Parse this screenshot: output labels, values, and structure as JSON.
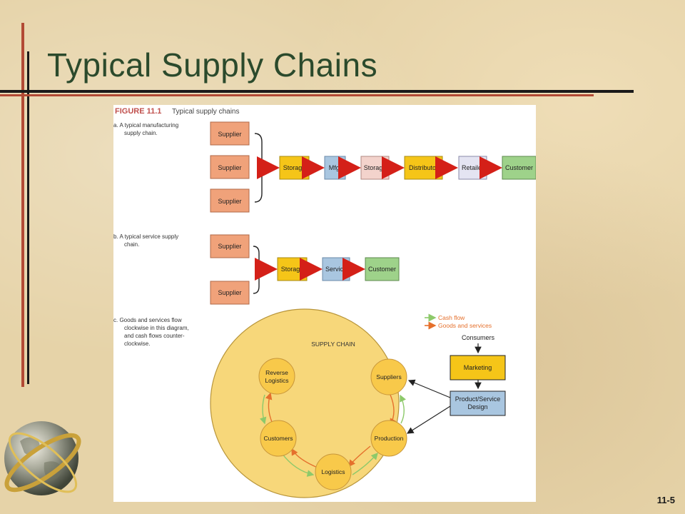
{
  "slide": {
    "title": "Typical Supply Chains",
    "page_number": "11-5"
  },
  "figure": {
    "figure_label": "FIGURE 11.1",
    "figure_caption": "Typical supply chains",
    "part_a": {
      "caption_lines": [
        "a.  A typical manufacturing",
        "supply chain."
      ],
      "suppliers": [
        "Supplier",
        "Supplier",
        "Supplier"
      ],
      "stages": [
        "Storage",
        "Mfg.",
        "Storage",
        "Distributor",
        "Retailer",
        "Customer"
      ]
    },
    "part_b": {
      "caption_lines": [
        "b.  A typical service supply",
        "chain."
      ],
      "suppliers": [
        "Supplier",
        "Supplier"
      ],
      "stages": [
        "Storage",
        "Service",
        "Customer"
      ]
    },
    "part_c": {
      "caption_lines": [
        "c.  Goods and services flow",
        "clockwise in this diagram,",
        "and cash flows counter-",
        "clockwise."
      ],
      "legend": [
        "Cash flow",
        "Goods and services"
      ],
      "circle_title": "SUPPLY CHAIN",
      "nodes": {
        "reverse_logistics": [
          "Reverse",
          "Logistics"
        ],
        "suppliers": "Suppliers",
        "customers": "Customers",
        "production": "Production",
        "logistics": "Logistics"
      },
      "consumers": "Consumers",
      "marketing": "Marketing",
      "product_service_design": [
        "Product/Service",
        "Design"
      ]
    }
  },
  "colors": {
    "supplier_fill": "#f0a27a",
    "storage_fill": "#f5c518",
    "blue_fill": "#a9c6e0",
    "storage_light_fill": "#f3d3cc",
    "retailer_fill": "#e4e4f2",
    "customer_fill": "#9ed28a",
    "arrow_red": "#d42018",
    "circle_fill": "#f7d77a",
    "node_fill": "#f8c94a",
    "cash_flow_green": "#8dc96a",
    "goods_orange": "#e5702c",
    "title_green": "#2b4a2c"
  },
  "icons": [
    "globe-icon"
  ]
}
